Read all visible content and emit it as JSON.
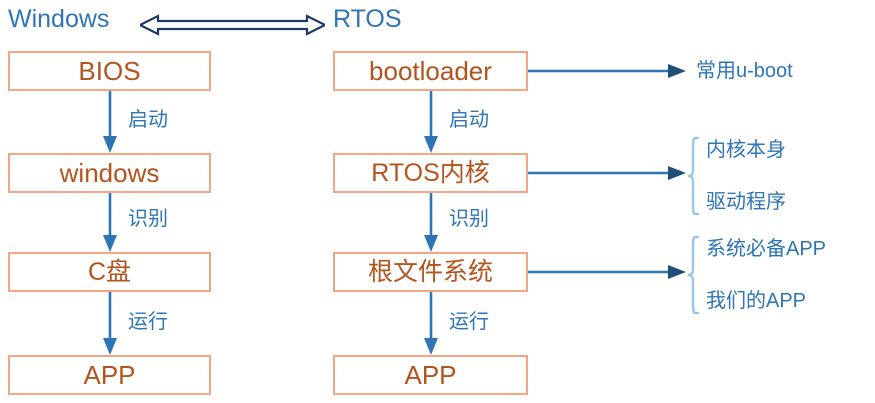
{
  "headers": {
    "left": "Windows",
    "right": "RTOS",
    "compare_arrow": "double-headed-arrow"
  },
  "colors": {
    "box_border": "#F4A582",
    "box_text": "#B4541D",
    "accent_blue": "#2E75B6",
    "arrow_blue": "#2E75B6",
    "compare_arrow": "#1F3864",
    "brace": "#9DC3E6",
    "background": "#FFFFFF"
  },
  "left_flow": {
    "boxes": [
      {
        "label": "BIOS"
      },
      {
        "label": "windows"
      },
      {
        "label": "C盘"
      },
      {
        "label": "APP"
      }
    ],
    "edges": [
      {
        "label": "启动"
      },
      {
        "label": "识别"
      },
      {
        "label": "运行"
      }
    ]
  },
  "right_flow": {
    "boxes": [
      {
        "label": "bootloader"
      },
      {
        "label": "RTOS内核"
      },
      {
        "label": "根文件系统"
      },
      {
        "label": "APP"
      }
    ],
    "edges": [
      {
        "label": "启动"
      },
      {
        "label": "识别"
      },
      {
        "label": "运行"
      }
    ]
  },
  "annotations": {
    "bootloader": {
      "type": "plain",
      "text": "常用u-boot"
    },
    "kernel": {
      "type": "brace",
      "items": [
        "内核本身",
        "驱动程序"
      ]
    },
    "rootfs": {
      "type": "brace",
      "items": [
        "系统必备APP",
        "我们的APP"
      ]
    }
  }
}
